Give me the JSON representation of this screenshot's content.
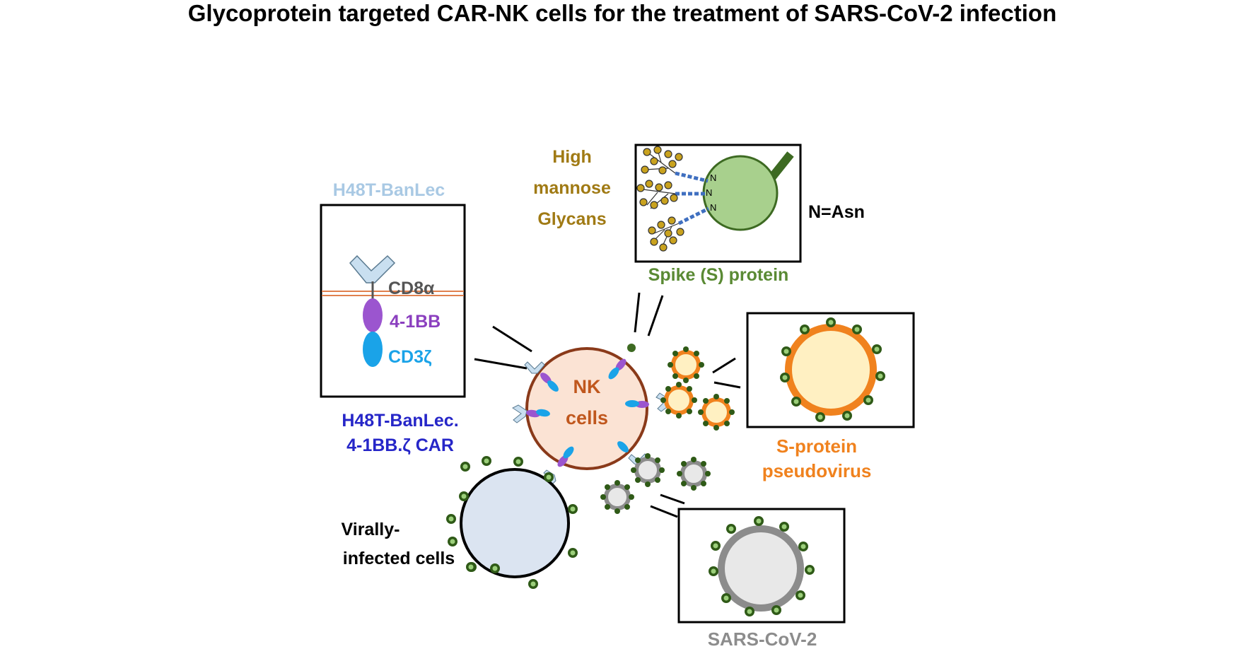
{
  "title": "Glycoprotein targeted CAR-NK cells for the treatment of SARS-CoV-2 infection",
  "car_box": {
    "header": "H48T-BanLec",
    "cd8a": "CD8α",
    "domain_41bb": "4-1BB",
    "cd3z": "CD3ζ",
    "caption_line1": "H48T-BanLec.",
    "caption_line2": "4-1BB.ζ CAR"
  },
  "spike_box": {
    "glycan_line1": "High",
    "glycan_line2": "mannose",
    "glycan_line3": "Glycans",
    "asn_letter": "N",
    "asn_note": "N=Asn",
    "caption": "Spike (S) protein"
  },
  "nk_cell": {
    "line1": "NK",
    "line2": "cells"
  },
  "pseudovirus": {
    "line1": "S-protein",
    "line2": "pseudovirus"
  },
  "sars": {
    "label": "SARS-CoV-2"
  },
  "infected": {
    "line1": "Virally-",
    "line2": "infected cells"
  },
  "colors": {
    "banlec": "#a9c9e4",
    "cd8a_text": "#555555",
    "bb41": "#8b3fbf",
    "cd3z": "#1aa3e8",
    "car_caption": "#2626c8",
    "glycan": "#a07a14",
    "spike": "#5a8a34",
    "spike_fill": "#a8d08d",
    "nk_border": "#8a3a1a",
    "nk_fill": "#fbe3d4",
    "nk_text": "#c0571d",
    "pseudo": "#f0821e",
    "pseudo_fill": "#fff0c2",
    "sars_ring": "#8c8c8c",
    "sars_fill": "#e8e8e8",
    "sars_text": "#8c8c8c",
    "infected_fill": "#dbe4f1",
    "dark_green": "#2f5a17"
  }
}
